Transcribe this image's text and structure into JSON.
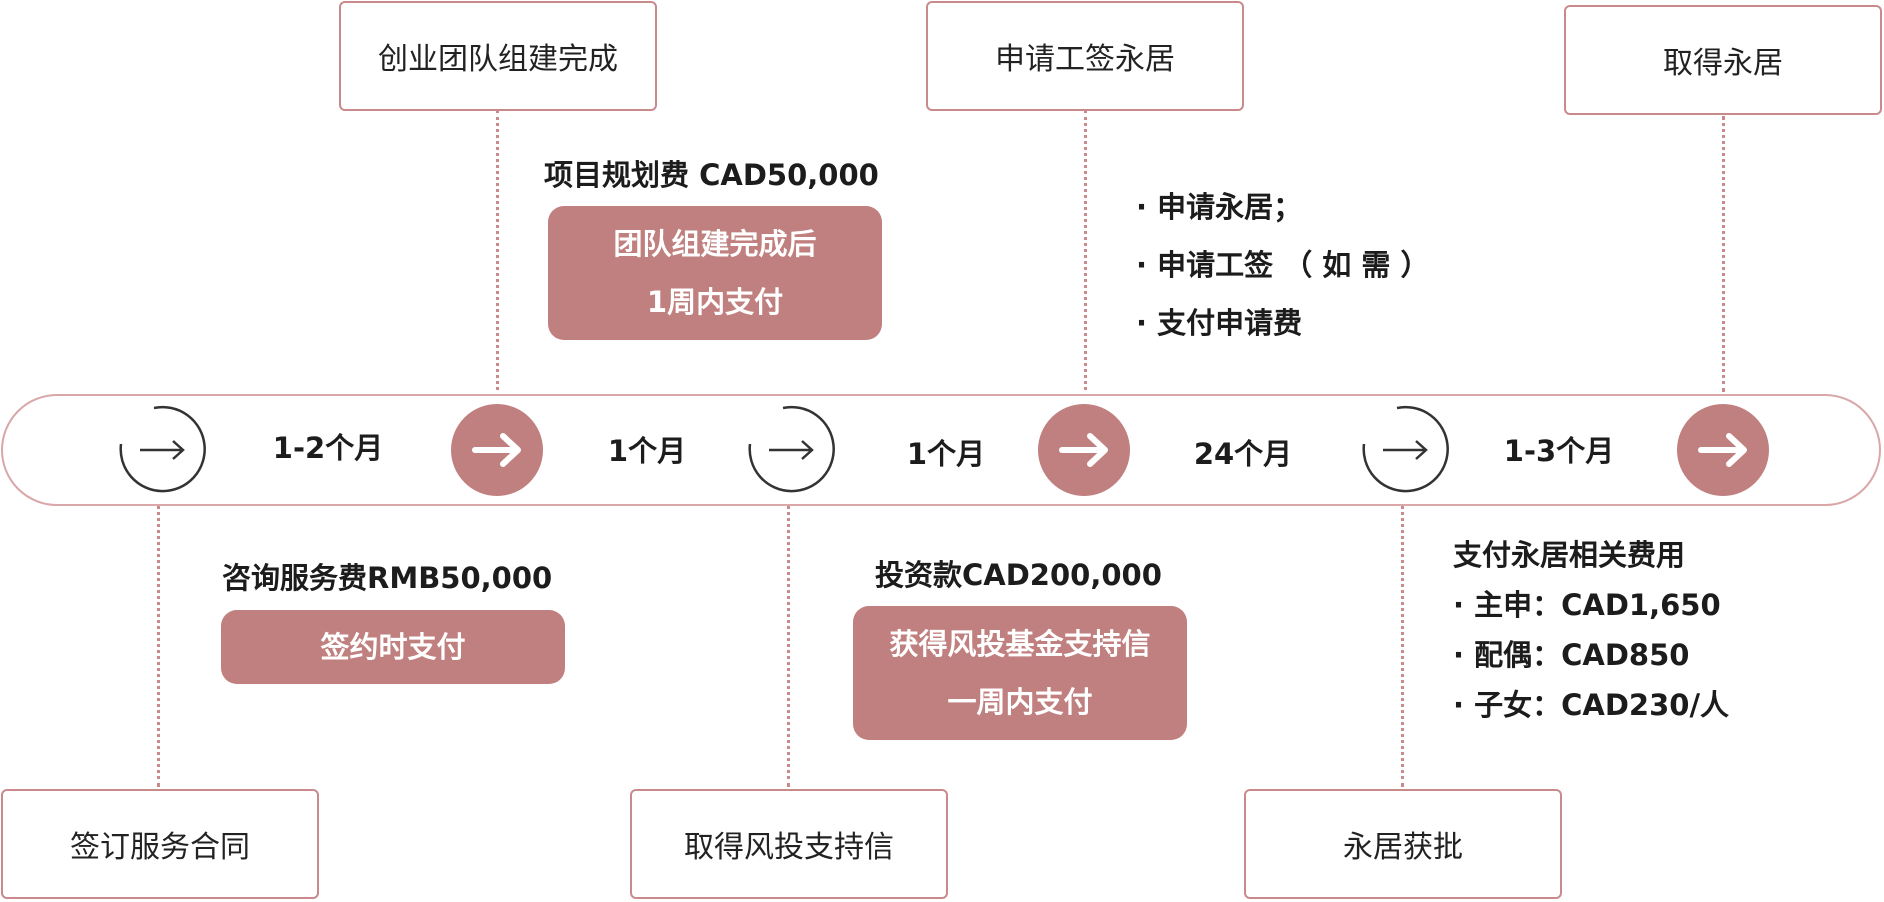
{
  "colors": {
    "accent": "#c0807f",
    "border": "#c98a8c",
    "text": "#1c1c1c"
  },
  "milestones_top": [
    {
      "label": "创业团队组建完成"
    },
    {
      "label": "申请工签永居"
    },
    {
      "label": "取得永居"
    }
  ],
  "milestones_bottom": [
    {
      "label": "签订服务合同"
    },
    {
      "label": "取得风投支持信"
    },
    {
      "label": "永居获批"
    }
  ],
  "durations": [
    "1-2个月",
    "1个月",
    "1个月",
    "24个月",
    "1-3个月"
  ],
  "nodes": [
    {
      "style": "outline",
      "icon": "arrow-right-icon"
    },
    {
      "style": "filled",
      "icon": "arrow-right-icon"
    },
    {
      "style": "outline",
      "icon": "arrow-right-icon"
    },
    {
      "style": "filled",
      "icon": "arrow-right-icon"
    },
    {
      "style": "outline",
      "icon": "arrow-right-icon"
    },
    {
      "style": "filled",
      "icon": "arrow-right-icon"
    }
  ],
  "payments": {
    "project_planning": {
      "heading": "项目规划费 CAD50,000",
      "chip_line1": "团队组建完成后",
      "chip_line2": "1周内支付"
    },
    "consulting": {
      "heading": "咨询服务费RMB50,000",
      "chip_line1": "签约时支付"
    },
    "investment": {
      "heading": "投资款CAD200,000",
      "chip_line1": "获得风投基金支持信",
      "chip_line2": "一周内支付"
    }
  },
  "application_steps": [
    "· 申请永居；",
    "· 申请工签 （ 如 需 ）",
    "· 支付申请费"
  ],
  "pr_fees": {
    "heading": "支付永居相关费用",
    "items": [
      "· 主申：CAD1,650",
      "· 配偶：CAD850",
      "· 子女：CAD230/人"
    ]
  }
}
